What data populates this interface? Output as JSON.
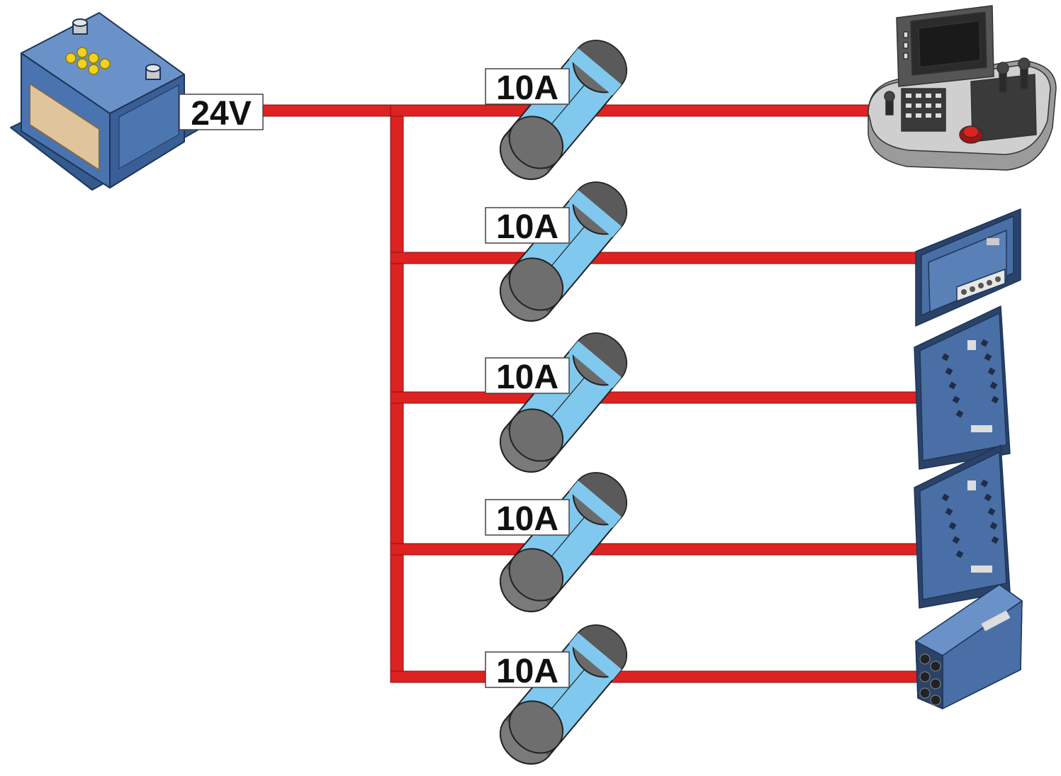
{
  "battery": {
    "voltage_label": "24V",
    "icon": "battery-icon",
    "color": "#3f6aa8"
  },
  "wire_color": "#dd2222",
  "fuse_color": "#7ec8ee",
  "fuse_cap_color": "#555555",
  "fuses": [
    {
      "rating_label": "10A"
    },
    {
      "rating_label": "10A"
    },
    {
      "rating_label": "10A"
    },
    {
      "rating_label": "10A"
    },
    {
      "rating_label": "10A"
    }
  ],
  "devices": [
    {
      "icon": "operator-control-console-icon"
    },
    {
      "icon": "display-module-icon"
    },
    {
      "icon": "io-module-icon"
    },
    {
      "icon": "io-module-icon"
    },
    {
      "icon": "controller-module-icon"
    }
  ]
}
